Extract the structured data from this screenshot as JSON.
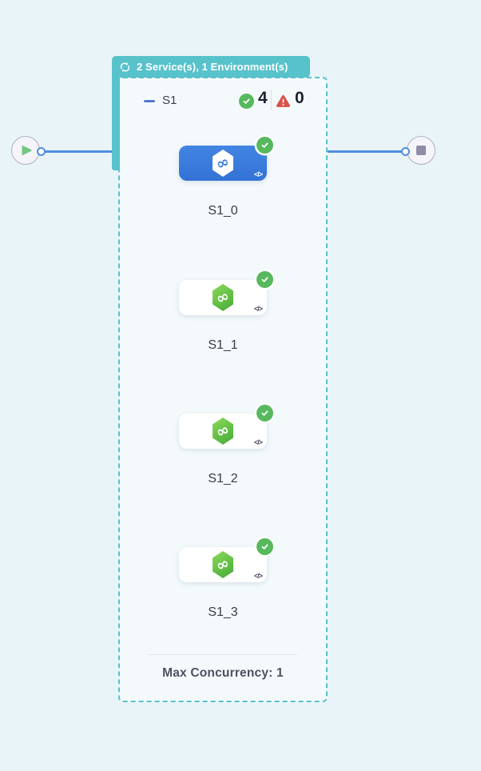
{
  "loop_badge": {
    "label": "2 Service(s), 1 Environment(s)"
  },
  "stage": {
    "name": "S1",
    "success_count": "4",
    "error_count": "0",
    "footer": "Max Concurrency: 1",
    "services": [
      {
        "label": "S1_0",
        "status": "success",
        "selected": true
      },
      {
        "label": "S1_1",
        "status": "success",
        "selected": false
      },
      {
        "label": "S1_2",
        "status": "success",
        "selected": false
      },
      {
        "label": "S1_3",
        "status": "success",
        "selected": false
      }
    ]
  },
  "icons": {
    "code": "</>",
    "infinity": "∞"
  },
  "colors": {
    "background": "#E9F4F8",
    "accent_teal": "#58C2CB",
    "selected_blue": "#3B7EDF",
    "success_green": "#57B95D",
    "error_red": "#DB5149",
    "connector_blue": "#4D8FE0"
  }
}
